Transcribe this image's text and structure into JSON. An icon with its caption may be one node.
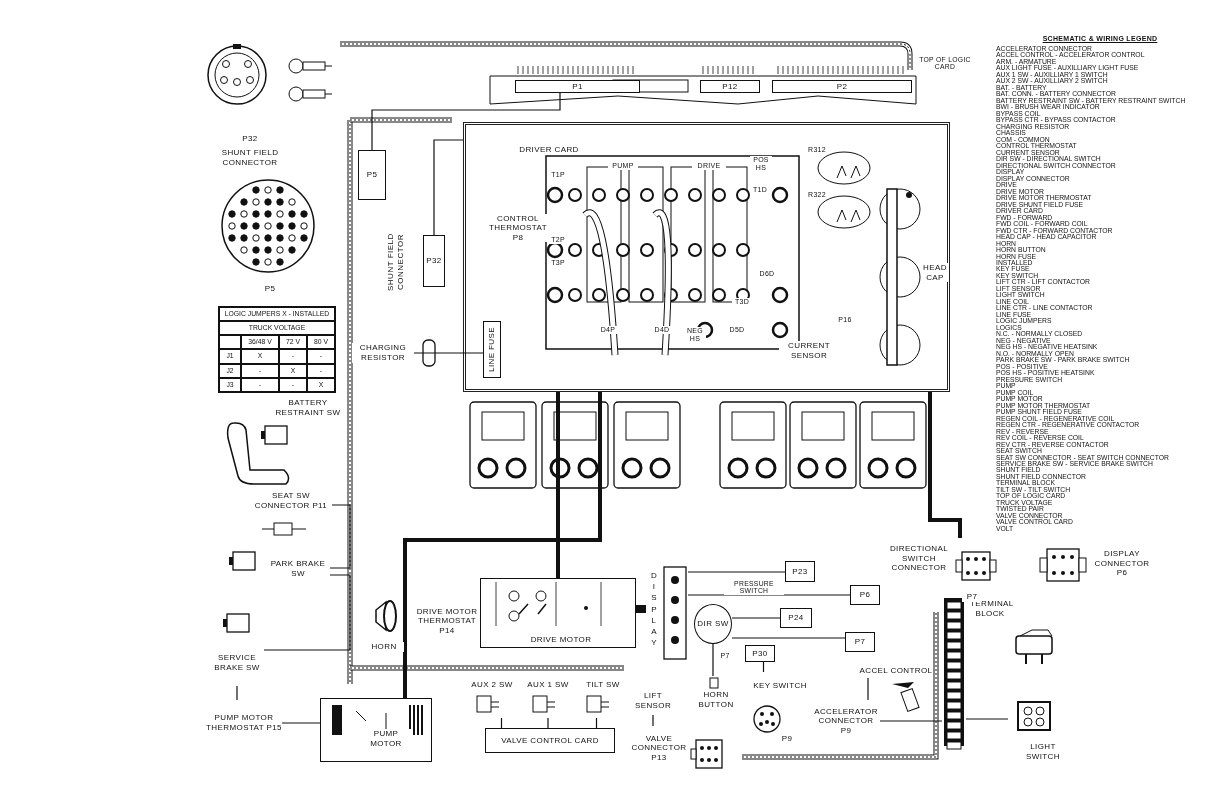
{
  "diagram": {
    "nodes": [
      {
        "text": [
          "P32",
          "SHUNT FIELD CONNECTOR"
        ]
      },
      {
        "text": [
          "P5"
        ]
      },
      {
        "text": [
          "P5"
        ]
      },
      {
        "text": [
          "P32"
        ],
        "beside": [
          "SHUNT FIELD CONNECTOR"
        ]
      },
      {
        "text": [
          "P1"
        ]
      },
      {
        "text": [
          "P12"
        ]
      },
      {
        "text": [
          "P2"
        ]
      },
      {
        "text": [
          "DRIVER CARD"
        ]
      },
      {
        "text": [
          "CONTROL THERMOSTAT P8"
        ],
        "in": 7
      },
      {
        "text": [
          "HEAD CAP"
        ],
        "in": 7
      },
      {
        "text": [
          "LINE FUSE"
        ],
        "in": 7
      },
      {
        "text": [
          "CHARGING RESISTOR"
        ]
      },
      {
        "text": [
          "CURRENT SENSOR"
        ],
        "in": 7
      },
      {
        "text": [
          "BATTERY RESTRAINT SW"
        ]
      },
      {
        "text": [
          "SEAT SW CONNECTOR P11"
        ]
      },
      {
        "text": [
          "PARK BRAKE SW"
        ]
      },
      {
        "text": [
          "SERVICE BRAKE SW"
        ]
      },
      {
        "text": [
          "HORN"
        ]
      },
      {
        "text": [
          "DRIVE MOTOR"
        ]
      },
      {
        "text": [
          "DRIVE MOTOR THERMOSTAT P14"
        ]
      },
      {
        "text": [
          "PUMP MOTOR THERMOSTAT P15"
        ]
      },
      {
        "text": [
          "PUMP MOTOR"
        ]
      },
      {
        "text": [
          "AUX 2 SW"
        ]
      },
      {
        "text": [
          "AUX 1 SW"
        ]
      },
      {
        "text": [
          "TILT SW"
        ]
      },
      {
        "text": [
          "LIFT SENSOR"
        ]
      },
      {
        "text": [
          "VALVE CONTROL CARD"
        ]
      },
      {
        "text": [
          "VALVE CONNECTOR P13"
        ]
      },
      {
        "text": [
          "DISPLAY"
        ]
      },
      {
        "text": [
          "DIR SW"
        ]
      },
      {
        "text": [
          "P23"
        ]
      },
      {
        "text": [
          "P6"
        ]
      },
      {
        "text": [
          "P24"
        ]
      },
      {
        "text": [
          "P7"
        ]
      },
      {
        "text": [
          "P30"
        ]
      },
      {
        "text": [
          "KEY SWITCH"
        ]
      },
      {
        "text": [
          "HORN BUTTON"
        ]
      },
      {
        "text": [
          "P9"
        ]
      },
      {
        "text": [
          "ACCELERATOR CONNECTOR P9"
        ]
      },
      {
        "text": [
          "ACCEL CONTROL"
        ]
      },
      {
        "text": [
          "TERMINAL BLOCK"
        ]
      },
      {
        "text": [
          "LIGHT SWITCH"
        ]
      },
      {
        "text": [
          "DIRECTIONAL SWITCH CONNECTOR",
          "P7"
        ]
      },
      {
        "text": [
          "DISPLAY CONNECTOR P6"
        ]
      }
    ],
    "edges": [
      {
        "from": 2,
        "to": 4,
        "arrow": "none"
      },
      {
        "from": 3,
        "to": 7,
        "arrow": "none"
      },
      {
        "from": 11,
        "to": 10,
        "arrow": "none"
      },
      {
        "from": 14,
        "to": 15,
        "arrow": "none"
      },
      {
        "from": 15,
        "to": 16,
        "arrow": "none"
      },
      {
        "from": 16,
        "to": 20,
        "arrow": "none"
      },
      {
        "from": 20,
        "to": 21,
        "arrow": "none"
      },
      {
        "from": 7,
        "to": 18,
        "arrow": "none",
        "style": "thick"
      },
      {
        "from": 7,
        "to": 21,
        "arrow": "none",
        "style": "thick"
      },
      {
        "from": 7,
        "to": 42,
        "arrow": "none",
        "style": "thick"
      },
      {
        "from": 26,
        "to": 22,
        "arrow": "none"
      },
      {
        "from": 26,
        "to": 23,
        "arrow": "none"
      },
      {
        "from": 26,
        "to": 24,
        "arrow": "none"
      },
      {
        "from": 25,
        "to": 27,
        "arrow": "none"
      },
      {
        "from": 28,
        "to": 30,
        "arrow": "none"
      },
      {
        "from": 28,
        "to": 31,
        "arrow": "none"
      },
      {
        "from": 29,
        "to": 32,
        "arrow": "none"
      },
      {
        "from": 29,
        "to": 33,
        "arrow": "none"
      },
      {
        "from": 34,
        "to": 35,
        "arrow": "none"
      },
      {
        "from": 38,
        "to": 39,
        "arrow": "none"
      },
      {
        "from": 40,
        "to": 41,
        "arrow": "none"
      },
      {
        "from": 40,
        "to": 38,
        "arrow": "none"
      },
      {
        "from": 29,
        "to": 36,
        "arrow": "none"
      }
    ],
    "labels": [
      "SCHEMATIC & WIRING LEGEND",
      "ACCELERATOR CONNECTOR",
      "ACCEL CONTROL - ACCELERATOR CONTROL",
      "ARM. - ARMATURE",
      "AUX LIGHT FUSE - AUXILLIARY LIGHT FUSE",
      "AUX 1 SW - AUXILLIARY 1 SWITCH",
      "AUX 2 SW - AUXILLIARY 2 SWITCH",
      "BAT. - BATTERY",
      "BAT. CONN. - BATTERY CONNECTOR",
      "BATTERY RESTRAINT SW - BATTERY RESTRAINT SWITCH",
      "BWI - BRUSH WEAR INDICATOR",
      "BYPASS COIL",
      "BYPASS CTR - BYPASS CONTACTOR",
      "CHARGING RESISTOR",
      "CHASSIS",
      "COM - COMMON",
      "CONTROL THERMOSTAT",
      "CURRENT SENSOR",
      "DIR SW - DIRECTIONAL SWITCH",
      "DIRECTIONAL SWITCH CONNECTOR",
      "DISPLAY",
      "DISPLAY CONNECTOR",
      "DRIVE",
      "DRIVE MOTOR",
      "DRIVE MOTOR THERMOSTAT",
      "DRIVE SHUNT FIELD FUSE",
      "DRIVER CARD",
      "FWD - FORWARD",
      "FWD COIL - FORWARD COIL",
      "FWD CTR - FORWARD CONTACTOR",
      "HEAD CAP - HEAD CAPACITOR",
      "HORN",
      "HORN BUTTON",
      "HORN FUSE",
      "INSTALLED",
      "KEY FUSE",
      "KEY SWITCH",
      "LIFT CTR - LIFT CONTACTOR",
      "LIFT SENSOR",
      "LIGHT SWITCH",
      "LINE COIL",
      "LINE CTR - LINE CONTACTOR",
      "LINE FUSE",
      "LOGIC JUMPERS",
      "LOGICS",
      "N.C. - NORMALLY CLOSED",
      "NEG - NEGATIVE",
      "NEG HS - NEGATIVE HEATSINK",
      "N.O. - NORMALLY OPEN",
      "PARK BRAKE SW - PARK BRAKE SWITCH",
      "POS - POSITIVE",
      "POS HS - POSITIVE HEATSINK",
      "PRESSURE SWITCH",
      "PUMP",
      "PUMP COIL",
      "PUMP MOTOR",
      "PUMP MOTOR THERMOSTAT",
      "PUMP SHUNT FIELD FUSE",
      "REGEN COIL - REGENERATIVE COIL",
      "REGEN CTR - REGENERATIVE CONTACTOR",
      "REV - REVERSE",
      "REV COIL - REVERSE COIL",
      "REV CTR - REVERSE CONTACTOR",
      "SEAT SWITCH",
      "SEAT SW CONNECTOR - SEAT SWITCH CONNECTOR",
      "SERVICE BRAKE SW - SERVICE BRAKE SWITCH",
      "SHUNT FIELD",
      "SHUNT FIELD CONNECTOR",
      "TERMINAL BLOCK",
      "TILT SW - TILT SWITCH",
      "TOP OF LOGIC CARD",
      "TRUCK VOLTAGE",
      "TWISTED PAIR",
      "VALVE CONNECTOR",
      "VALVE CONTROL CARD",
      "VOLT",
      "LOGIC JUMPERS X - INSTALLED",
      "TRUCK VOLTAGE",
      "36/48 V",
      "72 V",
      "80 V",
      "J1",
      "X",
      "-",
      "-",
      "J2",
      "-",
      "X",
      "-",
      "J3",
      "-",
      "-",
      "X",
      "TOP OF LOGIC CARD",
      "PUMP",
      "DRIVE",
      "POS HS",
      "T1P",
      "T2P",
      "T3P",
      "T1D",
      "T3D",
      "D4P",
      "D4D",
      "NEG HS",
      "D5D",
      "D6D",
      "R312",
      "R322",
      "P16",
      "P7",
      "PRESSURE SWITCH"
    ]
  }
}
